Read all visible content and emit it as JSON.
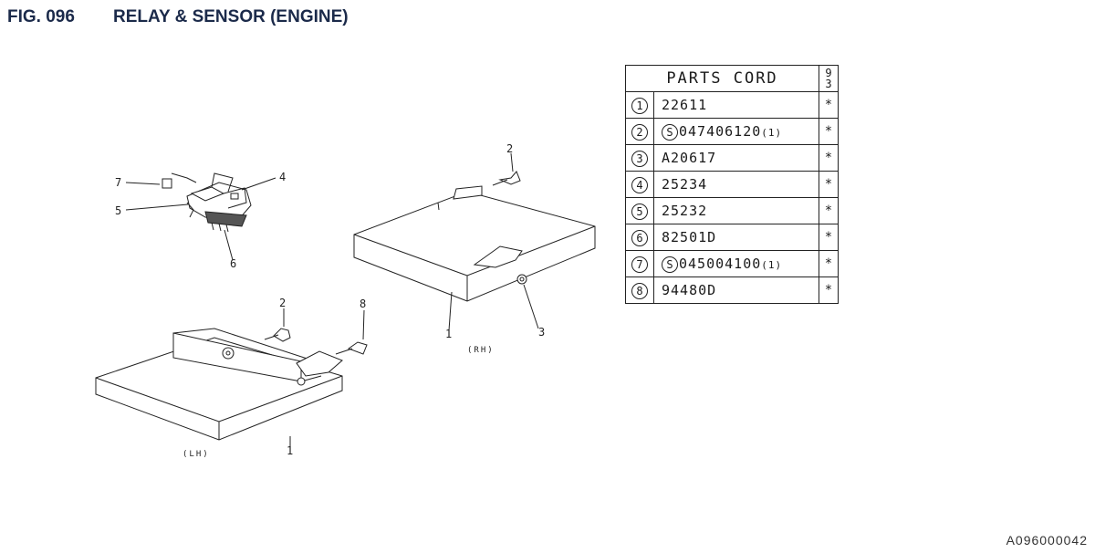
{
  "header": {
    "fig": "FIG. 096",
    "title": "RELAY & SENSOR (ENGINE)"
  },
  "diagram": {
    "callouts": {
      "c1": "7",
      "c2": "4",
      "c3": "5",
      "c4": "6",
      "c5": "2",
      "c6": "1",
      "c7": "3",
      "c8": "2",
      "c9": "8",
      "c10": "1"
    },
    "sides": {
      "rh": "(RH)",
      "lh": "(LH)"
    }
  },
  "parts_table": {
    "header_title": "PARTS CORD",
    "header_year": "9 3",
    "rows": [
      {
        "index": "1",
        "prefix": "",
        "part": "22611",
        "suffix": "",
        "mark": "*"
      },
      {
        "index": "2",
        "prefix": "S",
        "part": "047406120",
        "suffix": "(1)",
        "mark": "*"
      },
      {
        "index": "3",
        "prefix": "",
        "part": "A20617",
        "suffix": "",
        "mark": "*"
      },
      {
        "index": "4",
        "prefix": "",
        "part": "25234",
        "suffix": "",
        "mark": "*"
      },
      {
        "index": "5",
        "prefix": "",
        "part": "25232",
        "suffix": "",
        "mark": "*"
      },
      {
        "index": "6",
        "prefix": "",
        "part": "82501D",
        "suffix": "",
        "mark": "*"
      },
      {
        "index": "7",
        "prefix": "S",
        "part": "045004100",
        "suffix": "(1)",
        "mark": "*"
      },
      {
        "index": "8",
        "prefix": "",
        "part": "94480D",
        "suffix": "",
        "mark": "*"
      }
    ]
  },
  "footer": {
    "code": "A096000042"
  }
}
